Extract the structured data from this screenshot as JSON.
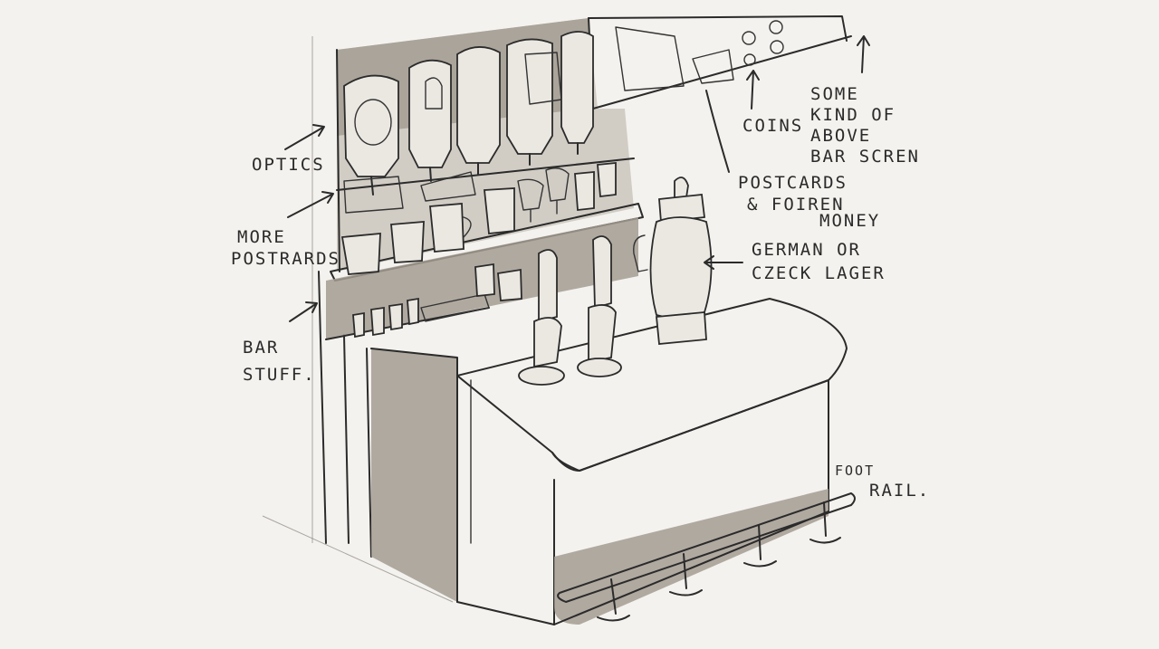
{
  "annotations": {
    "optics": "OPTICS",
    "more_postcards_line1": "MORE",
    "more_postcards_line2": "POSTRARDS",
    "bar_stuff_line1": "BAR",
    "bar_stuff_line2": "STUFF.",
    "coins": "COINS",
    "screen_line1": "SOME",
    "screen_line2": "KIND OF",
    "screen_line3": "ABOVE",
    "screen_line4": "BAR SCREN",
    "postcards_line1": "POSTCARDS",
    "postcards_line2": "& FOIREN",
    "postcards_line3": "MONEY",
    "lager_line1": "GERMAN OR",
    "lager_line2": "CZECK LAGER",
    "foot_rail_line1": "FOOT",
    "foot_rail_line2": "RAIL."
  },
  "colors": {
    "paper": "#f4f2ee",
    "ink": "#2b2b2b",
    "grey_wash": "#a39c92"
  }
}
